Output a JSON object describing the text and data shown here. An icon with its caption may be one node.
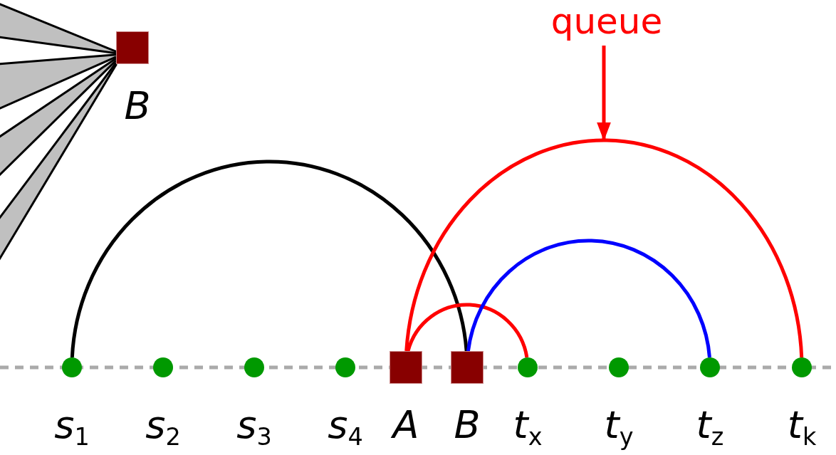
{
  "diagram": {
    "nodes": [
      {
        "text": [],
        "shape": "box",
        "beside": [
          "B"
        ]
      },
      {
        "text": [],
        "shape": "circle",
        "beside": [
          "s$_{1}$"
        ]
      },
      {
        "text": [],
        "shape": "circle",
        "beside": [
          "s$_{2}$"
        ]
      },
      {
        "text": [],
        "shape": "circle",
        "beside": [
          "s$_{3}$"
        ]
      },
      {
        "text": [],
        "shape": "circle",
        "beside": [
          "s$_{4}$"
        ]
      },
      {
        "text": [],
        "shape": "box",
        "beside": [
          "A"
        ]
      },
      {
        "text": [],
        "shape": "box",
        "beside": [
          "B"
        ]
      },
      {
        "text": [],
        "shape": "circle",
        "beside": [
          "t$_{x}$"
        ]
      },
      {
        "text": [],
        "shape": "circle",
        "beside": [
          "t$_{y}$"
        ]
      },
      {
        "text": [],
        "shape": "circle",
        "beside": [
          "t$_{z}$"
        ]
      },
      {
        "text": [],
        "shape": "circle",
        "beside": [
          "t$_{k}$"
        ]
      },
      {
        "text": [
          "queue"
        ]
      }
    ],
    "edges": [
      {
        "from": null,
        "to": 0,
        "arrow": "none"
      },
      {
        "from": null,
        "to": 0,
        "arrow": "none"
      },
      {
        "from": null,
        "to": 0,
        "arrow": "none"
      },
      {
        "from": null,
        "to": 0,
        "arrow": "none"
      },
      {
        "from": null,
        "to": 0,
        "arrow": "none"
      },
      {
        "from": null,
        "to": 0,
        "arrow": "none"
      },
      {
        "from": null,
        "to": 0,
        "arrow": "none"
      },
      {
        "from": null,
        "to": 0,
        "arrow": "none"
      },
      {
        "from": 1,
        "to": 6,
        "arrow": "none"
      },
      {
        "from": 5,
        "to": 10,
        "arrow": "none",
        "color": "#ff0000"
      },
      {
        "from": 5,
        "to": 7,
        "arrow": "none",
        "color": "#ff0000"
      },
      {
        "from": 6,
        "to": 9,
        "arrow": "none",
        "color": "#0000ff"
      },
      {
        "from": 11,
        "to": null,
        "arrow": "to",
        "color": "#ff0000"
      }
    ]
  }
}
